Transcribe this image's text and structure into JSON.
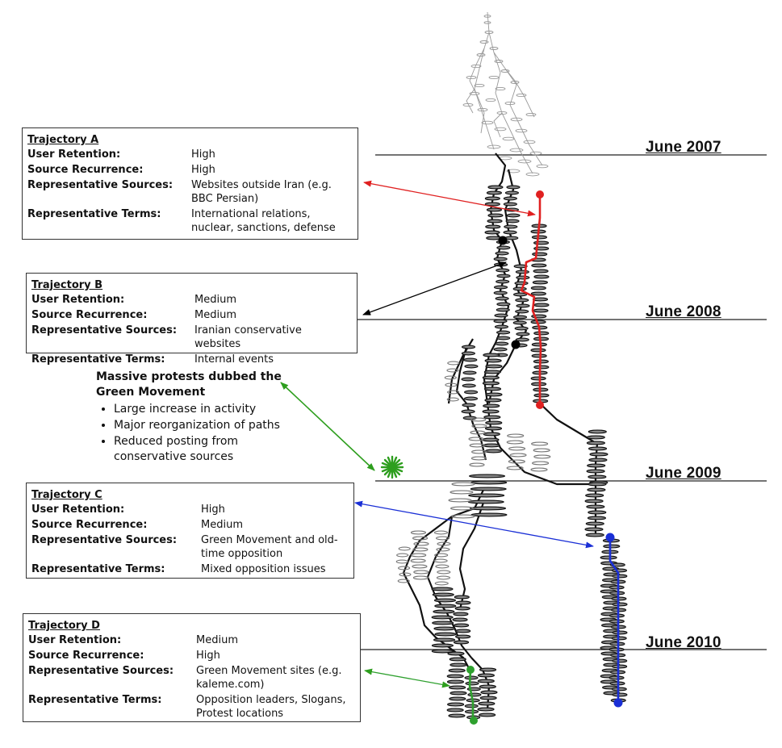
{
  "years": [
    "June 2007",
    "June 2008",
    "June 2009",
    "June 2010"
  ],
  "annotation": {
    "title": "Massive protests dubbed the Green Movement",
    "bullets": [
      "Large increase in activity",
      "Major reorganization of paths",
      "Reduced posting from conservative sources"
    ]
  },
  "trajectories": [
    {
      "title": "Trajectory  A",
      "rows": [
        {
          "label": "User Retention:",
          "value": "High"
        },
        {
          "label": "Source Recurrence:",
          "value": "High"
        },
        {
          "label": "Representative Sources:",
          "value": "Websites outside Iran (e.g. BBC Persian)"
        },
        {
          "label": "Representative Terms:",
          "value": "International relations, nuclear, sanctions, defense"
        }
      ]
    },
    {
      "title": "Trajectory  B",
      "rows": [
        {
          "label": "User Retention:",
          "value": "Medium"
        },
        {
          "label": "Source Recurrence:",
          "value": "Medium"
        },
        {
          "label": "Representative Sources:",
          "value": "Iranian conservative websites"
        },
        {
          "label": "Representative Terms:",
          "value": "Internal events"
        }
      ]
    },
    {
      "title": "Trajectory  C",
      "rows": [
        {
          "label": "User Retention:",
          "value": "High"
        },
        {
          "label": "Source Recurrence:",
          "value": "Medium"
        },
        {
          "label": "Representative Sources:",
          "value": "Green Movement and old-time opposition"
        },
        {
          "label": "Representative Terms:",
          "value": "Mixed opposition issues"
        }
      ]
    },
    {
      "title": "Trajectory  D",
      "rows": [
        {
          "label": "User Retention:",
          "value": "Medium"
        },
        {
          "label": "Source Recurrence:",
          "value": "High"
        },
        {
          "label": "Representative Sources:",
          "value": "Green Movement sites (e.g. kaleme.com)"
        },
        {
          "label": "Representative Terms:",
          "value": "Opposition leaders, Slogans, Protest locations"
        }
      ]
    }
  ],
  "colors": {
    "trajectory_a": "#e02020",
    "trajectory_b": "#000000",
    "trajectory_c": "#1a2fd6",
    "trajectory_d": "#2ea02e",
    "green_movement": "#2e9e1e"
  }
}
